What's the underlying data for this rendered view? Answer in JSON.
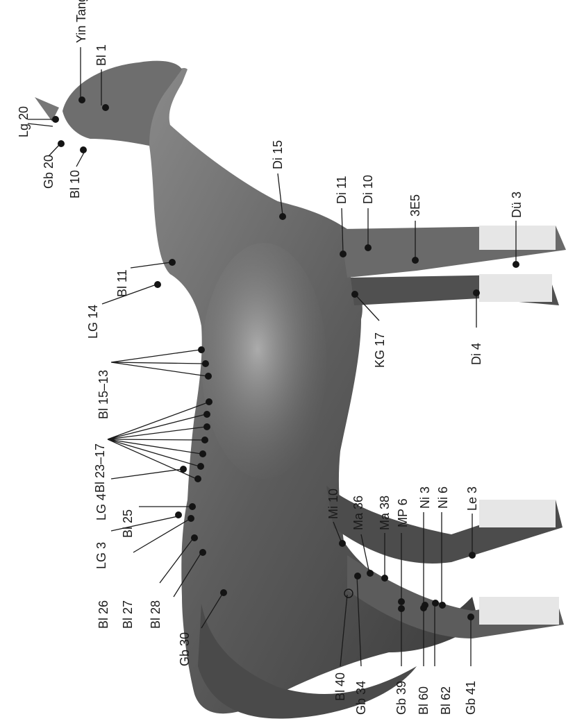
{
  "colors": {
    "point": "#141414",
    "ink": "#1a1a1a",
    "horse_body": "#5a5a5a",
    "horse_light": "#e6e6e6"
  },
  "labels": {
    "yin_tang": "Yin Tang",
    "bl1": "Bl 1",
    "lg20": "Lg 20",
    "gb20": "Gb 20",
    "bl10": "Bl 10",
    "di15": "Di 15",
    "di11": "Di 11",
    "di10": "Di 10",
    "te5": "3E5",
    "due3": "Dü 3",
    "bl11": "Bl 11",
    "lg14": "LG 14",
    "kg17": "KG 17",
    "di4": "Di 4",
    "bl15_13": "Bl 15–13",
    "bl23_17": "Bl 23–17",
    "lg4": "LG 4",
    "bl25": "Bl 25",
    "lg3": "LG 3",
    "bl26": "Bl 26",
    "bl27": "Bl 27",
    "bl28": "Bl 28",
    "gb30": "Gb 30",
    "mi10": "Mi 10",
    "ma36": "Ma 36",
    "ma38": "Ma 38",
    "mp6": "MP 6",
    "ni3": "Ni 3",
    "ni6": "Ni 6",
    "le3": "Le 3",
    "bl40": "Bl 40",
    "gb34": "Gb 34",
    "gb39": "Gb 39",
    "bl60": "Bl 60",
    "bl62": "Bl 62",
    "gb41": "Gb 41"
  }
}
